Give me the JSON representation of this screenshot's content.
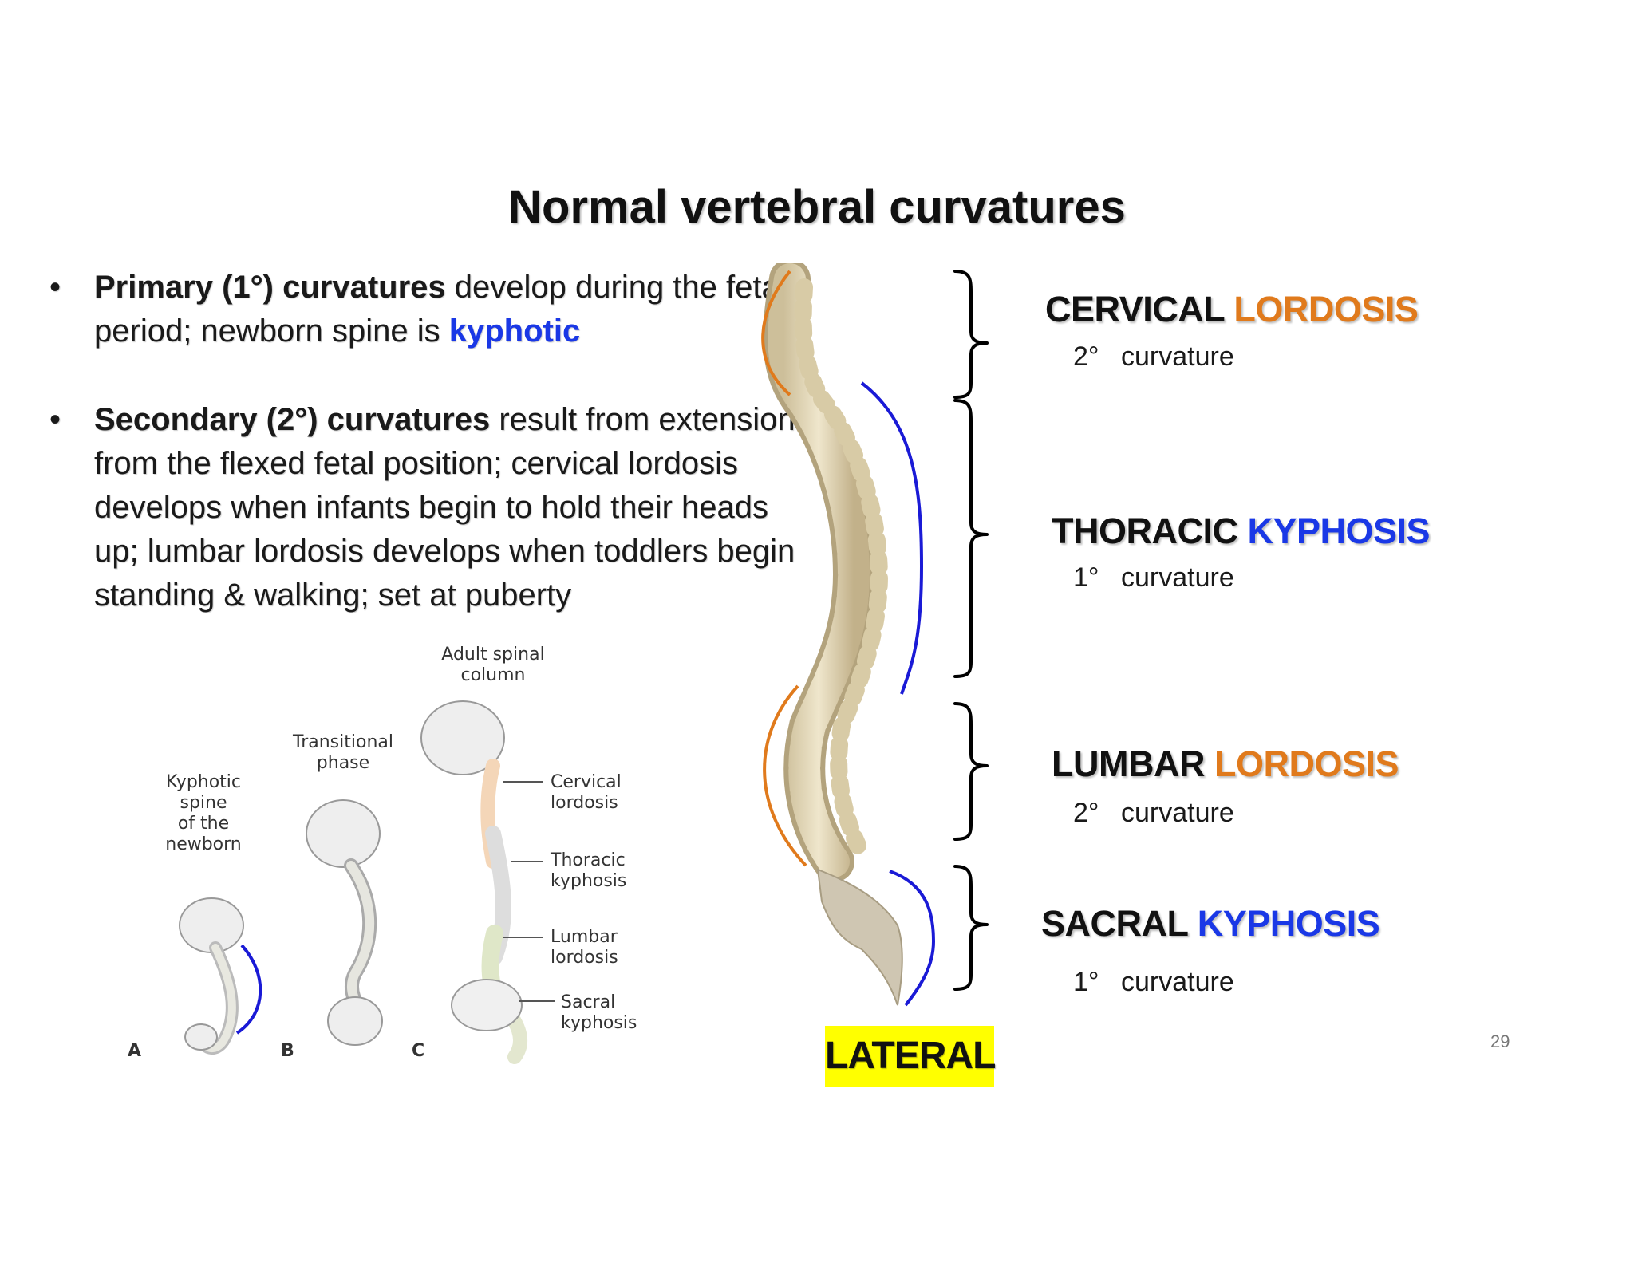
{
  "title": "Normal vertebral curvatures",
  "bullets": [
    {
      "bold": "Primary (1°) curvatures",
      "rest": " develop during the fetal period; newborn spine is ",
      "blue": "kyphotic"
    },
    {
      "bold": "Secondary (2°) curvatures",
      "rest": " result from extension from the flexed fetal position; cervical lordosis develops when infants begin to hold their heads up; lumbar lordosis develops when toddlers begin standing & walking; set at puberty"
    }
  ],
  "figure": {
    "labels": {
      "adult": "Adult spinal\ncolumn",
      "transitional": "Transitional\nphase",
      "newborn": "Kyphotic\nspine\nof the\nnewborn",
      "cervical": "Cervical\nlordosis",
      "thoracic": "Thoracic\nkyphosis",
      "lumbar": "Lumbar\nlordosis",
      "sacral": "Sacral\nkyphosis"
    },
    "letters": [
      "A",
      "B",
      "C"
    ]
  },
  "regions": [
    {
      "name": "CERVICAL",
      "type": "LORDOSIS",
      "color": "#e07a1c",
      "degree": "2°",
      "word": "curvature"
    },
    {
      "name": "THORACIC",
      "type": "KYPHOSIS",
      "color": "#1a38e6",
      "degree": "1°",
      "word": "curvature"
    },
    {
      "name": "LUMBAR",
      "type": "LORDOSIS",
      "color": "#e07a1c",
      "degree": "2°",
      "word": "curvature"
    },
    {
      "name": "SACRAL",
      "type": "KYPHOSIS",
      "color": "#1a38e6",
      "degree": "1°",
      "word": "curvature"
    }
  ],
  "lateral_label": "LATERAL",
  "page_number": "29"
}
